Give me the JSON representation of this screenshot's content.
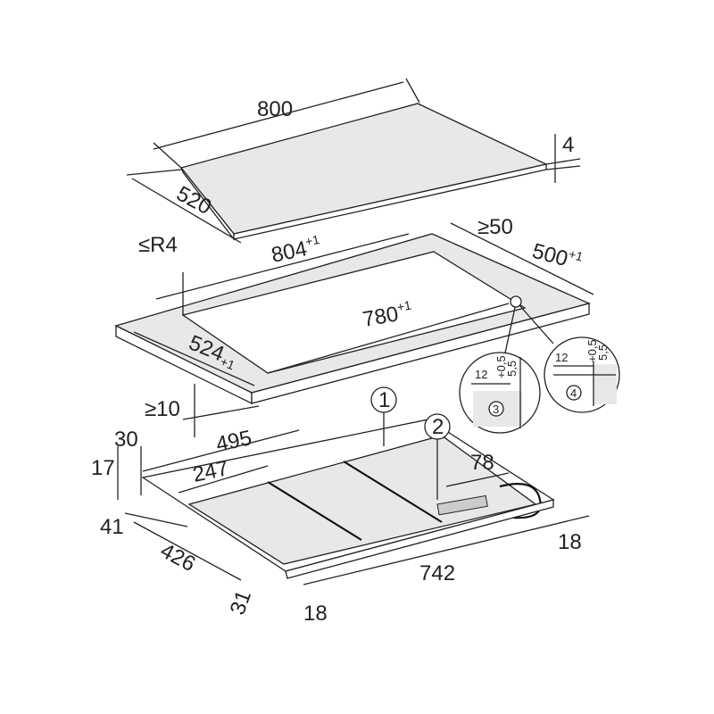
{
  "hob": {
    "width": "800",
    "depth": "520",
    "thickness": "4"
  },
  "cutout": {
    "outer_width": "804",
    "outer_width_tol": "+1",
    "rear_gap": "≥50",
    "outer_depth": "500",
    "outer_depth_tol": "+1",
    "radius": "≤R4",
    "inner_width": "780",
    "inner_width_tol": "+1",
    "inner_depth": "524",
    "inner_depth_tol": "+1",
    "clearance_below": "≥10"
  },
  "details": [
    {
      "number": "3",
      "width": "12",
      "height": "5,5",
      "height_tol": "+0,5"
    },
    {
      "number": "4",
      "width": "12",
      "height": "5,5",
      "height_tol": "+0,5"
    }
  ],
  "underside": {
    "height_total": "30",
    "height_base": "17",
    "d495": "495",
    "d247": "247",
    "d41": "41",
    "d426": "426",
    "d31": "31",
    "d742": "742",
    "d18_front": "18",
    "d18_right": "18",
    "d78": "78"
  },
  "callouts": [
    "1",
    "2"
  ]
}
